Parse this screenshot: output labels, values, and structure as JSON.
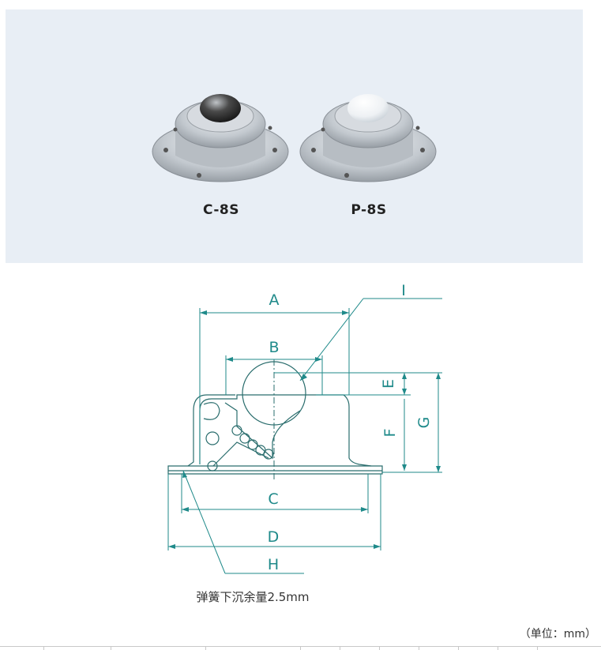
{
  "products": [
    {
      "label": "C-8S",
      "ball_color": "#4a4a4a"
    },
    {
      "label": "P-8S",
      "ball_color": "#f3f6f8"
    }
  ],
  "dimensions": {
    "A": "A",
    "B": "B",
    "C": "C",
    "D": "D",
    "E": "E",
    "F": "F",
    "G": "G",
    "H": "H",
    "I": "I"
  },
  "caption": "弹簧下沉余量2.5mm",
  "unit": "（单位：mm）",
  "colors": {
    "panel_bg": "#e8eef5",
    "line": "#1f8a8a",
    "steel": "#c9ced4"
  }
}
